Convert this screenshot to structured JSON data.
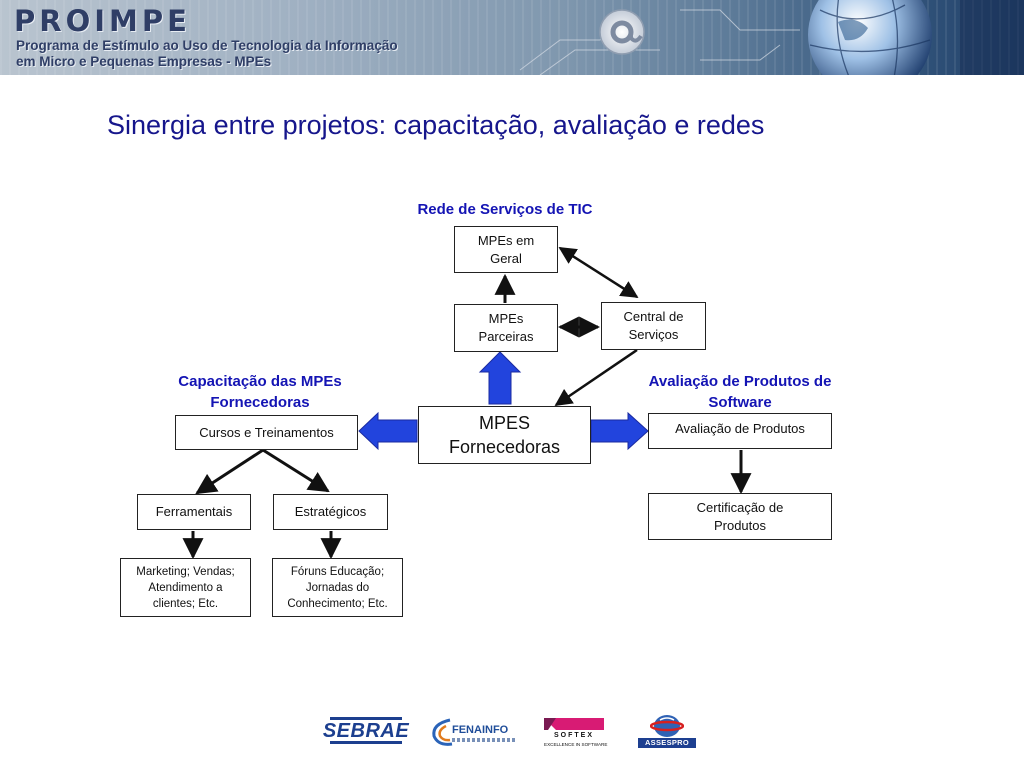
{
  "banner": {
    "title": "PROIMPE",
    "subtitle_line1": "Programa de Estímulo ao Uso de Tecnologia da Informação",
    "subtitle_line2": "em Micro e Pequenas Empresas - MPEs"
  },
  "page_title": "Sinergia entre projetos: capacitação, avaliação e redes",
  "sections": {
    "rede": "Rede de Serviços de TIC",
    "capacitacao_l1": "Capacitação das MPEs",
    "capacitacao_l2": "Fornecedoras",
    "avaliacao_l1": "Avaliação de Produtos  de",
    "avaliacao_l2": "Software"
  },
  "nodes": {
    "mpes_geral_l1": "MPEs em",
    "mpes_geral_l2": "Geral",
    "mpes_parceiras_l1": "MPEs",
    "mpes_parceiras_l2": "Parceiras",
    "central_l1": "Central de",
    "central_l2": "Serviços",
    "center_l1": "MPES",
    "center_l2": "Fornecedoras",
    "cursos": "Cursos e Treinamentos",
    "ferramentais": "Ferramentais",
    "estrategicos": "Estratégicos",
    "marketing_l1": "Marketing; Vendas;",
    "marketing_l2": "Atendimento a",
    "marketing_l3": "clientes; Etc.",
    "foruns_l1": "Fóruns Educação;",
    "foruns_l2": "Jornadas do",
    "foruns_l3": "Conhecimento; Etc.",
    "avaliacao_produtos": "Avaliação de Produtos",
    "certificacao_l1": "Certificação de",
    "certificacao_l2": "Produtos"
  },
  "logos": {
    "sebrae": "SEBRAE",
    "fenainfo": "FENAINFO",
    "softex": "SOFTEX",
    "softex_tagline": "EXCELLENCE IN SOFTWARE",
    "assespro": "ASSESPRO"
  },
  "colors": {
    "title_blue": "#16168c",
    "label_blue": "#1414b4",
    "arrow_fill": "#2244dd",
    "arrow_stroke": "#1a2aa0",
    "line": "#111111"
  }
}
